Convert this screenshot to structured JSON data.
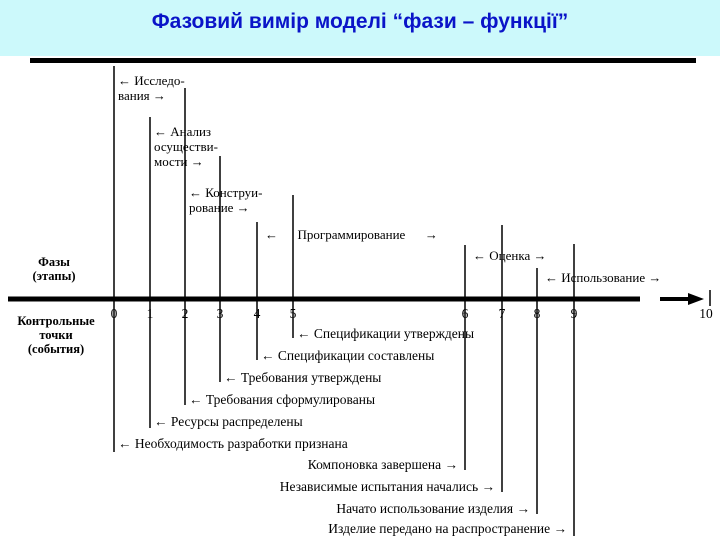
{
  "header": {
    "title": "Фазовий вимір моделі “фази – функції”",
    "accent_color": "#0a14c8",
    "banner_color": "#ccf9fb"
  },
  "diagram": {
    "phases_label_line1": "Фазы",
    "phases_label_line2": "(этапы)",
    "control_label_line1": "Контрольные",
    "control_label_line2": "точки",
    "control_label_line3": "(события)",
    "ticks": [
      "0",
      "1",
      "2",
      "3",
      "4",
      "5",
      "6",
      "7",
      "8",
      "9",
      "10"
    ],
    "phases": [
      {
        "line1": "← Исследо-",
        "line2": "вания →"
      },
      {
        "line1": "← Анализ",
        "line2": "осуществи-",
        "line3": "мости →"
      },
      {
        "line1": "← Конструи-",
        "line2": "рование →"
      },
      {
        "line1": "←      Программирование      →"
      },
      {
        "line1": "← Оценка →"
      },
      {
        "line1": "← Использование →"
      }
    ],
    "events_left": [
      "← Спецификации утверждены",
      "← Спецификации составлены",
      "← Требования утверждены",
      "← Требования сформулированы",
      "← Ресурсы распределены",
      "← Необходимость разработки признана"
    ],
    "events_right": [
      "Компоновка завершена →",
      "Независимые испытания начались →",
      "Начато использование изделия →",
      "Изделие передано на распространение →"
    ]
  }
}
